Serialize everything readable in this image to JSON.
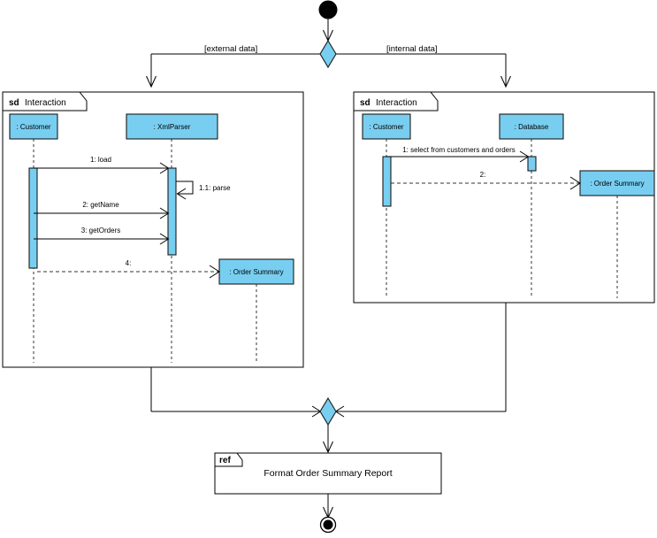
{
  "diagram": {
    "type": "uml-interaction-overview-diagram",
    "colors": {
      "fill_blue": "#78CEF0",
      "stroke_dark": "#1b1b1b",
      "line": "#000000",
      "background": "#ffffff"
    },
    "initial_node": {
      "name": "initial-node"
    },
    "final_node": {
      "name": "final-node"
    },
    "decision": {
      "guard_left": "[external data]",
      "guard_right": "[internal data]"
    },
    "merge": {
      "name": "merge-node"
    },
    "frames": [
      {
        "id": "left",
        "keyword": "sd",
        "name": "Interaction",
        "lifelines": [
          {
            "id": "customer",
            "label": ": Customer"
          },
          {
            "id": "xmlparser",
            "label": ": XmlParser"
          },
          {
            "id": "ordersummary",
            "label": ": Order Summary"
          }
        ],
        "messages": [
          {
            "id": "m1",
            "label": "1: load",
            "kind": "sync"
          },
          {
            "id": "m11",
            "label": "1.1: parse",
            "kind": "self"
          },
          {
            "id": "m2",
            "label": "2: getName",
            "kind": "sync"
          },
          {
            "id": "m3",
            "label": "3: getOrders",
            "kind": "sync"
          },
          {
            "id": "m4",
            "label": "4:",
            "kind": "create"
          }
        ]
      },
      {
        "id": "right",
        "keyword": "sd",
        "name": "Interaction",
        "lifelines": [
          {
            "id": "customer",
            "label": ": Customer"
          },
          {
            "id": "database",
            "label": ": Database"
          },
          {
            "id": "ordersummary",
            "label": ": Order Summary"
          }
        ],
        "messages": [
          {
            "id": "m1",
            "label": "1: select from customers and orders",
            "kind": "sync"
          },
          {
            "id": "m2",
            "label": "2:",
            "kind": "create"
          }
        ]
      }
    ],
    "ref_frame": {
      "keyword": "ref",
      "title": "Format Order Summary Report"
    }
  }
}
